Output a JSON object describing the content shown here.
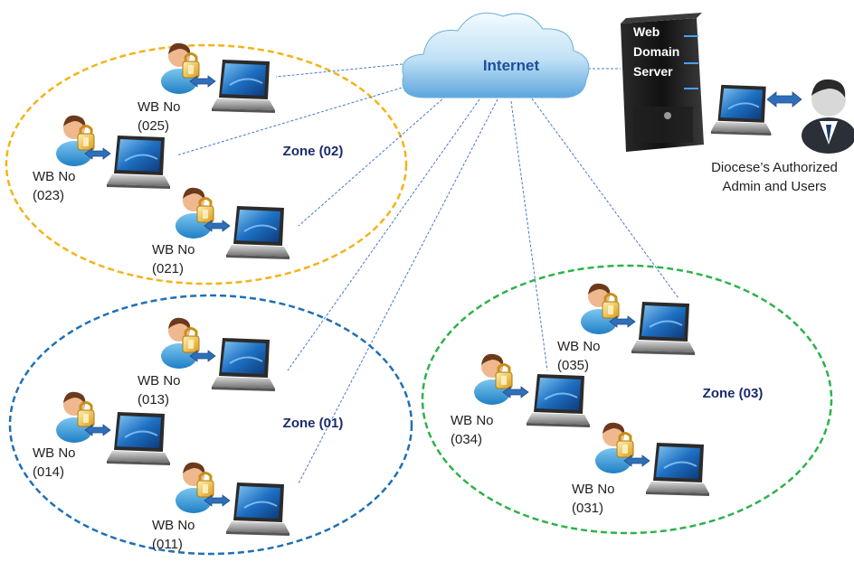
{
  "internet": {
    "label": "Internet"
  },
  "server": {
    "label_lines": [
      "Web",
      "Domain",
      "Server"
    ]
  },
  "admin": {
    "label_lines": [
      "Diocese’s Authorized",
      "Admin and Users"
    ]
  },
  "zones": [
    {
      "label": "Zone (02)",
      "color": "#f2b417",
      "workstations": [
        {
          "line1": "WB No",
          "line2": "(025)"
        },
        {
          "line1": "WB No",
          "line2": "(023)"
        },
        {
          "line1": "WB No",
          "line2": "(021)"
        }
      ]
    },
    {
      "label": "Zone (01)",
      "color": "#1f6fb5",
      "workstations": [
        {
          "line1": "WB No",
          "line2": "(013)"
        },
        {
          "line1": "WB No",
          "line2": "(014)"
        },
        {
          "line1": "WB No",
          "line2": "(011)"
        }
      ]
    },
    {
      "label": "Zone (03)",
      "color": "#2db24a",
      "workstations": [
        {
          "line1": "WB No",
          "line2": "(035)"
        },
        {
          "line1": "WB No",
          "line2": "(034)"
        },
        {
          "line1": "WB No",
          "line2": "(031)"
        }
      ]
    }
  ],
  "colors": {
    "cloud": "#cfe7f7",
    "link": "#4a78c8",
    "arrow": "#2f6fb8",
    "server_body": "#1b1b1b",
    "screen": "#1a5fb0",
    "person_shirt": "#3aa0dc",
    "lock": "#e8b428"
  },
  "icons": [
    "cloud-icon",
    "server-icon",
    "laptop-icon",
    "user-icon",
    "lock-icon",
    "double-arrow-icon",
    "admin-user-icon"
  ]
}
